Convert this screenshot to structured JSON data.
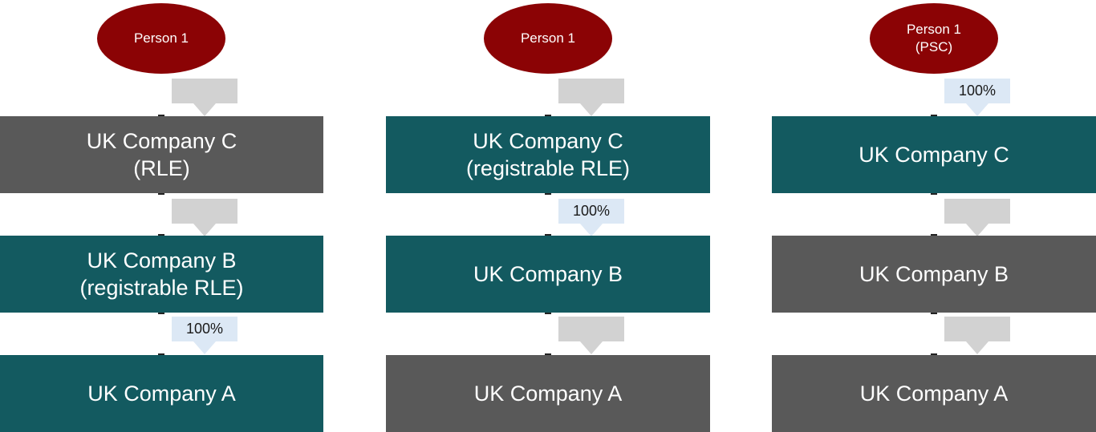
{
  "title": "Company ownership / PSC register structures",
  "colors": {
    "person_ellipse": "#8B0305",
    "teal_box": "#135A60",
    "gray_box": "#595959",
    "arrow_gray": "#D2D2D2",
    "percent_label_bg": "#DCE8F5",
    "percent_label_text": "#1a1a1a",
    "box_text": "#FFFFFF",
    "background": "#FFFFFF"
  },
  "diagrams": [
    {
      "person": {
        "line1": "Person 1",
        "line2": ""
      },
      "connectors": [
        {
          "label": ""
        },
        {
          "label": ""
        },
        {
          "label": "100%"
        }
      ],
      "nodes": [
        {
          "line1": "UK Company C",
          "line2": "(RLE)"
        },
        {
          "line1": "UK Company B",
          "line2": "(registrable RLE)"
        },
        {
          "line1": "UK Company A",
          "line2": ""
        }
      ]
    },
    {
      "person": {
        "line1": "Person 1",
        "line2": ""
      },
      "connectors": [
        {
          "label": ""
        },
        {
          "label": "100%"
        },
        {
          "label": ""
        }
      ],
      "nodes": [
        {
          "line1": "UK Company C",
          "line2": "(registrable RLE)"
        },
        {
          "line1": "UK Company B",
          "line2": ""
        },
        {
          "line1": "UK Company A",
          "line2": ""
        }
      ]
    },
    {
      "person": {
        "line1": "Person 1",
        "line2": "(PSC)"
      },
      "connectors": [
        {
          "label": "100%"
        },
        {
          "label": ""
        },
        {
          "label": ""
        }
      ],
      "nodes": [
        {
          "line1": "UK Company C",
          "line2": ""
        },
        {
          "line1": "UK Company B",
          "line2": ""
        },
        {
          "line1": "UK Company A",
          "line2": ""
        }
      ]
    }
  ]
}
